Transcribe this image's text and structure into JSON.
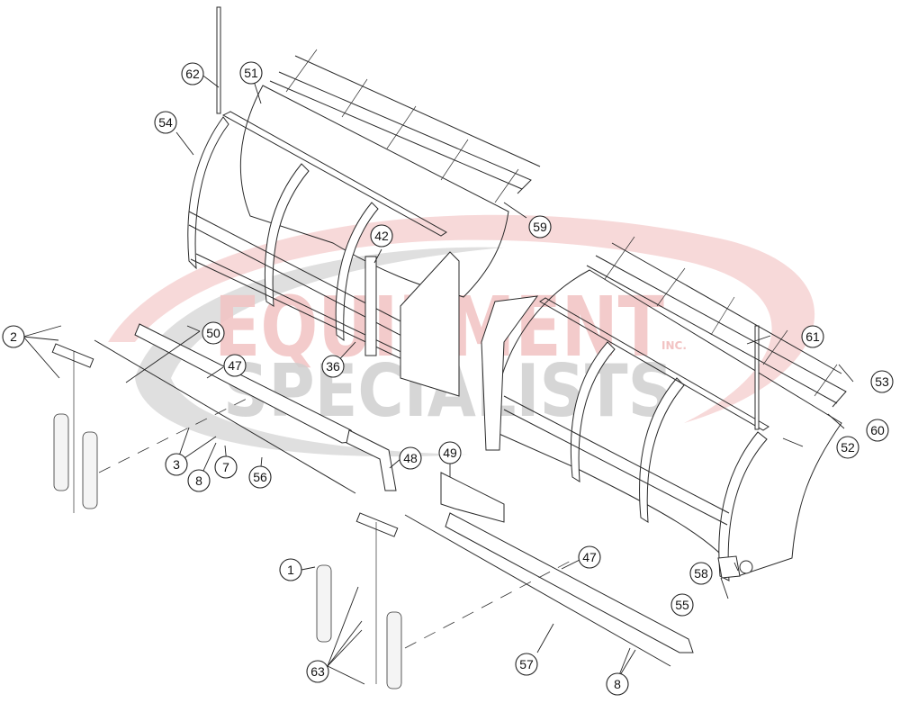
{
  "diagram": {
    "title": "Snow plow blade exploded parts diagram",
    "watermark": {
      "line1": "EQUIPMENT",
      "line1_suffix": "INC.",
      "line2": "SPECIALISTS",
      "colors": {
        "swoosh_red": "#f4c6c6",
        "swoosh_gray": "#d9d9d9",
        "text_red": "#f2c3c3",
        "text_gray": "#cfcfcf"
      }
    },
    "callouts": [
      {
        "id": "62",
        "label": "62"
      },
      {
        "id": "51",
        "label": "51"
      },
      {
        "id": "54",
        "label": "54"
      },
      {
        "id": "59",
        "label": "59"
      },
      {
        "id": "42",
        "label": "42"
      },
      {
        "id": "2",
        "label": "2"
      },
      {
        "id": "50",
        "label": "50"
      },
      {
        "id": "47a",
        "label": "47"
      },
      {
        "id": "36",
        "label": "36"
      },
      {
        "id": "61",
        "label": "61"
      },
      {
        "id": "53",
        "label": "53"
      },
      {
        "id": "60",
        "label": "60"
      },
      {
        "id": "52",
        "label": "52"
      },
      {
        "id": "3",
        "label": "3"
      },
      {
        "id": "7",
        "label": "7"
      },
      {
        "id": "8a",
        "label": "8"
      },
      {
        "id": "56",
        "label": "56"
      },
      {
        "id": "48",
        "label": "48"
      },
      {
        "id": "49",
        "label": "49"
      },
      {
        "id": "47b",
        "label": "47"
      },
      {
        "id": "1",
        "label": "1"
      },
      {
        "id": "58",
        "label": "58"
      },
      {
        "id": "55",
        "label": "55"
      },
      {
        "id": "57",
        "label": "57"
      },
      {
        "id": "63",
        "label": "63"
      },
      {
        "id": "8b",
        "label": "8"
      }
    ]
  }
}
